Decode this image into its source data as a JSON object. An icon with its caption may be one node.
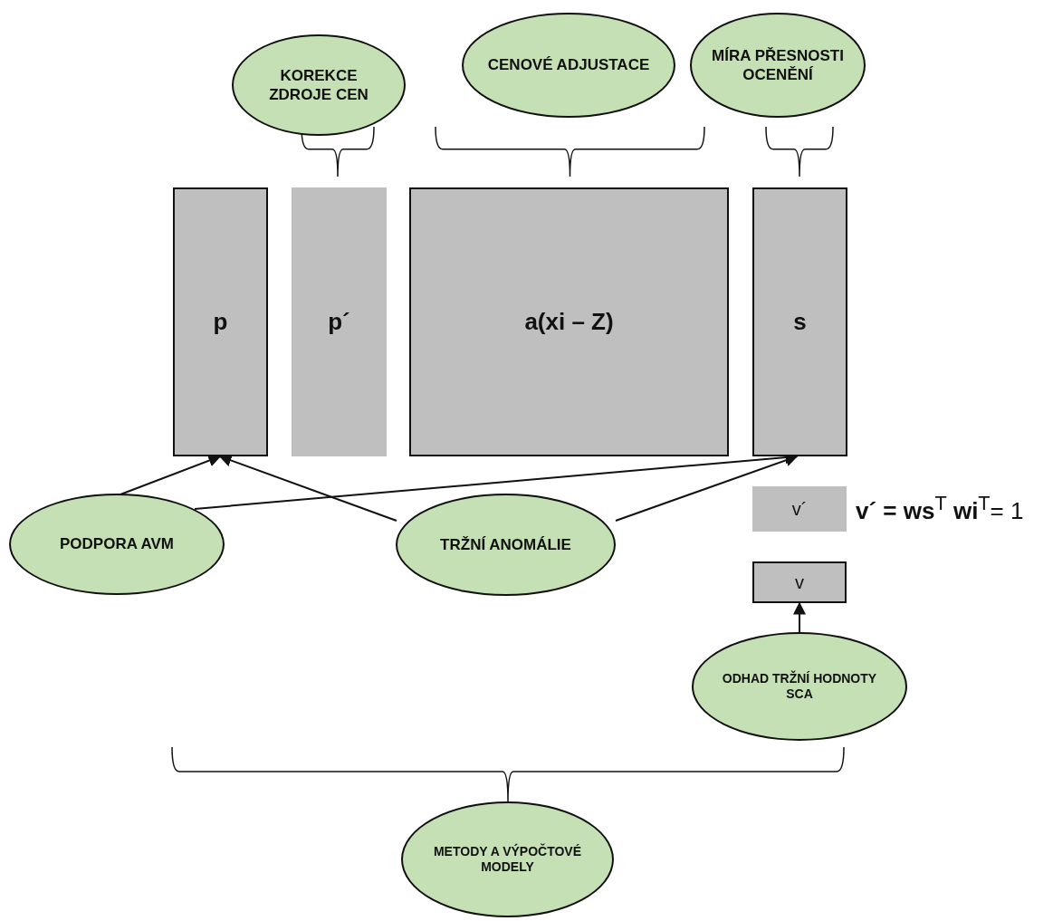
{
  "diagram": {
    "nodes": [
      {
        "text": [
          "KOREKCE ZDROJE CEN"
        ]
      },
      {
        "text": [
          "CENOVÉ ADJUSTACE"
        ]
      },
      {
        "text": [
          "MÍRA PŘESNOSTI OCENĚNÍ"
        ]
      },
      {
        "text": [
          "p"
        ]
      },
      {
        "text": [
          "p´"
        ]
      },
      {
        "text": [
          "a(xi – Z)"
        ]
      },
      {
        "text": [
          "s"
        ]
      },
      {
        "text": [
          "PODPORA AVM"
        ]
      },
      {
        "text": [
          "TRŽNÍ ANOMÁLIE"
        ]
      },
      {
        "text": [
          "v´"
        ],
        "beside": [
          "**v´ = ws**$^{T}$ **wi**$^{T}$= 1"
        ]
      },
      {
        "text": [
          "v"
        ]
      },
      {
        "text": [
          "ODHAD TRŽNÍ HODNOTY SCA"
        ]
      },
      {
        "text": [
          "METODY A VÝPOČTOVÉ MODELY"
        ]
      }
    ],
    "edges": [
      {
        "from": 7,
        "to": 3,
        "arrow": "to"
      },
      {
        "from": 7,
        "to": 6,
        "arrow": "to"
      },
      {
        "from": 8,
        "to": 3,
        "arrow": "to"
      },
      {
        "from": 8,
        "to": 6,
        "arrow": "to"
      },
      {
        "from": 11,
        "to": 10,
        "arrow": "to"
      }
    ]
  }
}
